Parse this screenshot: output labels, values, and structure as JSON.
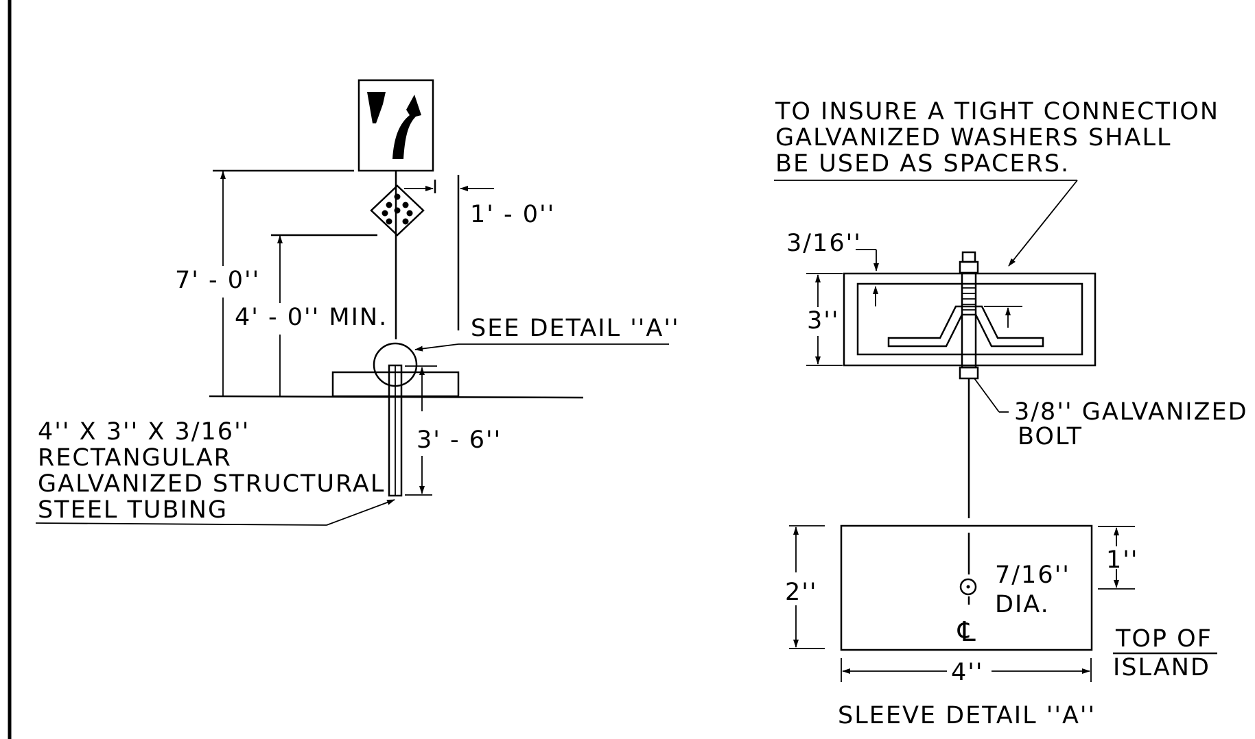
{
  "left_detail": {
    "dim_top_offset": "1' - 0''",
    "dim_total_height": "7' - 0''",
    "dim_marker_height": "4' - 0'' MIN.",
    "see_detail": "SEE DETAIL ''A''",
    "dim_embed": "3' - 6''",
    "tubing_note": [
      "4'' X 3'' X 3/16''",
      "RECTANGULAR",
      "GALVANIZED STRUCTURAL",
      "STEEL TUBING"
    ]
  },
  "sleeve_detail": {
    "washer_note": [
      "TO INSURE A TIGHT CONNECTION",
      "GALVANIZED WASHERS SHALL",
      "BE USED AS SPACERS."
    ],
    "dim_wall": "3/16''",
    "dim_height_section": "3''",
    "bolt_note": [
      "3/8'' GALVANIZED",
      "BOLT"
    ],
    "dim_height_plan": "2''",
    "dim_hole_offset": "1''",
    "hole_note": [
      "7/16''",
      "DIA."
    ],
    "centerline_symbol": "℄",
    "dim_width": "4''",
    "top_of_island": [
      "TOP OF",
      "ISLAND"
    ],
    "title": "SLEEVE DETAIL ''A''"
  },
  "colors": {
    "line": "#000000",
    "background": "#ffffff"
  },
  "icons": [
    "keep-right-sign-icon",
    "object-marker-icon"
  ]
}
